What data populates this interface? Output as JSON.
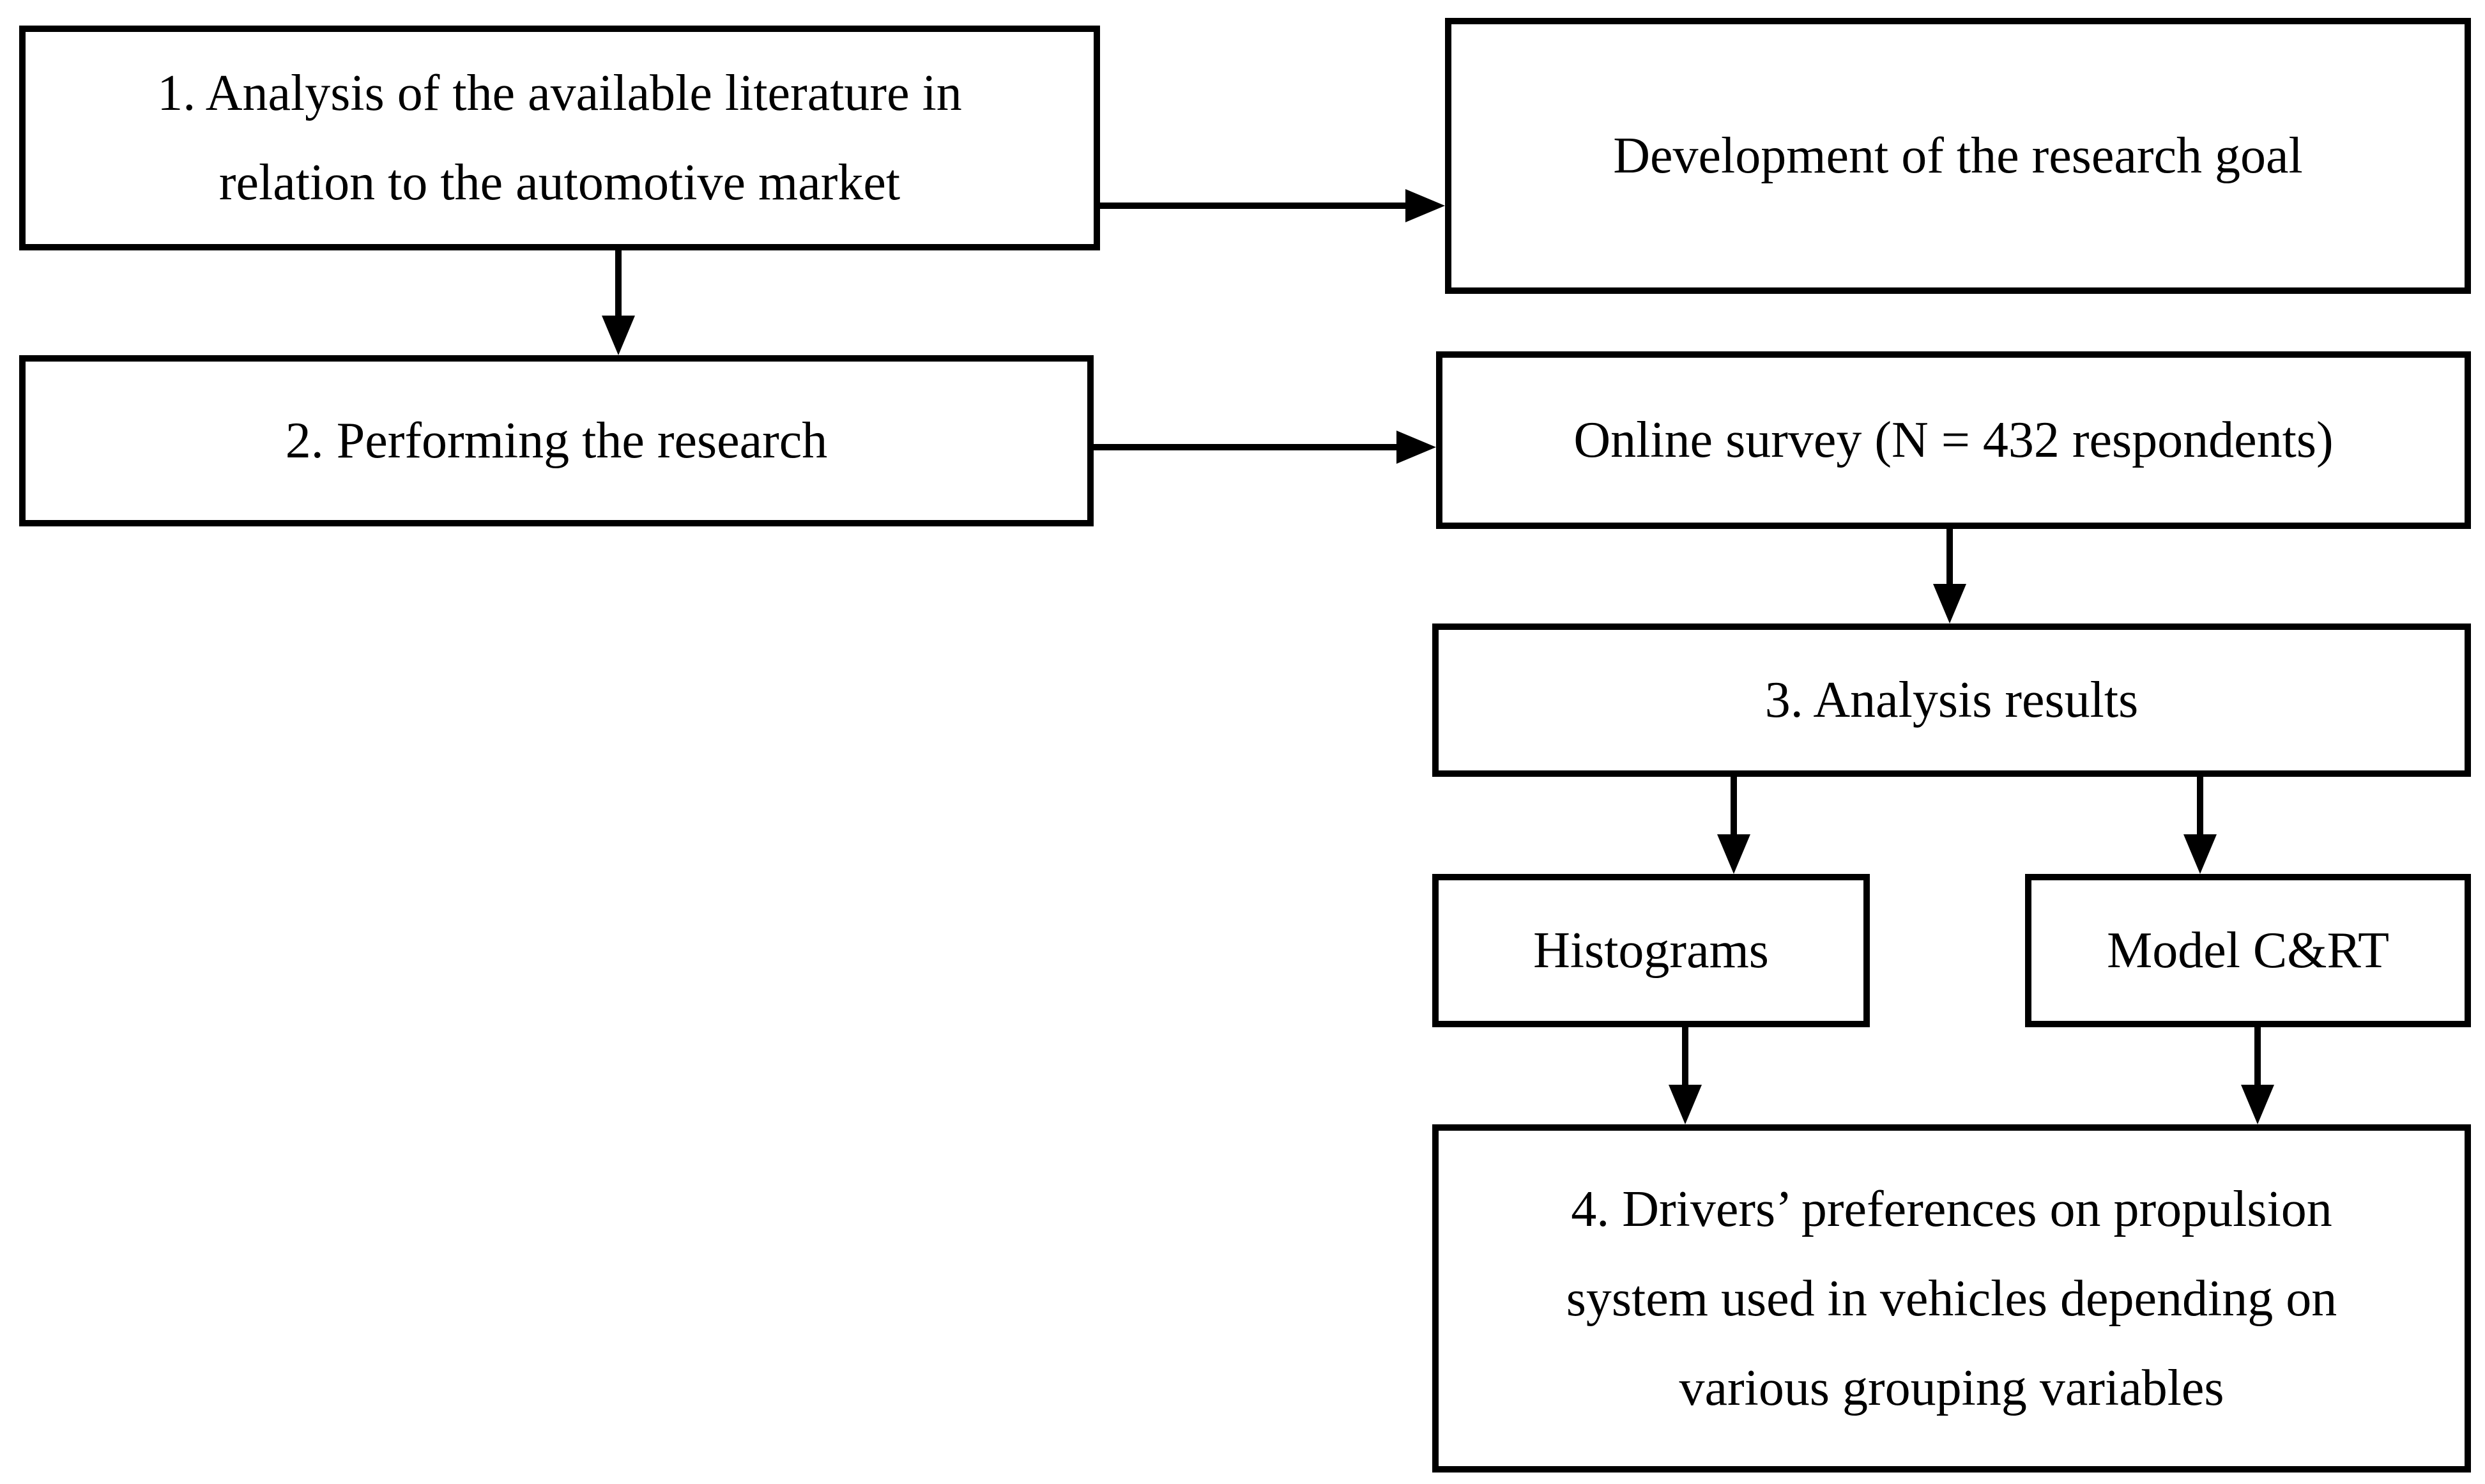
{
  "figure": {
    "type": "flowchart",
    "background_color": "#ffffff",
    "line_color": "#000000",
    "text_color": "#000000"
  },
  "boxes": [
    {
      "id": "literature-analysis",
      "lines": [
        "1. Analysis of the available literature in",
        "relation to the automotive market"
      ]
    },
    {
      "id": "research-goal",
      "lines": [
        "Development of the research goal"
      ]
    },
    {
      "id": "performing-research",
      "lines": [
        "2. Performing the research"
      ]
    },
    {
      "id": "online-survey",
      "lines": [
        "Online survey (N = 432 respondents)"
      ]
    },
    {
      "id": "analysis-results",
      "lines": [
        "3. Analysis results"
      ]
    },
    {
      "id": "histograms",
      "lines": [
        "Histograms"
      ]
    },
    {
      "id": "model-crt",
      "lines": [
        "Model C&RT"
      ]
    },
    {
      "id": "drivers-preferences",
      "lines": [
        "4. Drivers’ preferences on propulsion",
        "system used in vehicles depending on",
        "various grouping variables"
      ]
    }
  ],
  "arrows": [
    {
      "from": "literature-analysis",
      "to": "research-goal",
      "direction": "right"
    },
    {
      "from": "literature-analysis",
      "to": "performing-research",
      "direction": "down"
    },
    {
      "from": "performing-research",
      "to": "online-survey",
      "direction": "right"
    },
    {
      "from": "online-survey",
      "to": "analysis-results",
      "direction": "down"
    },
    {
      "from": "analysis-results",
      "to": "histograms",
      "direction": "down"
    },
    {
      "from": "analysis-results",
      "to": "model-crt",
      "direction": "down"
    },
    {
      "from": "histograms",
      "to": "drivers-preferences",
      "direction": "down"
    },
    {
      "from": "model-crt",
      "to": "drivers-preferences",
      "direction": "down"
    }
  ]
}
